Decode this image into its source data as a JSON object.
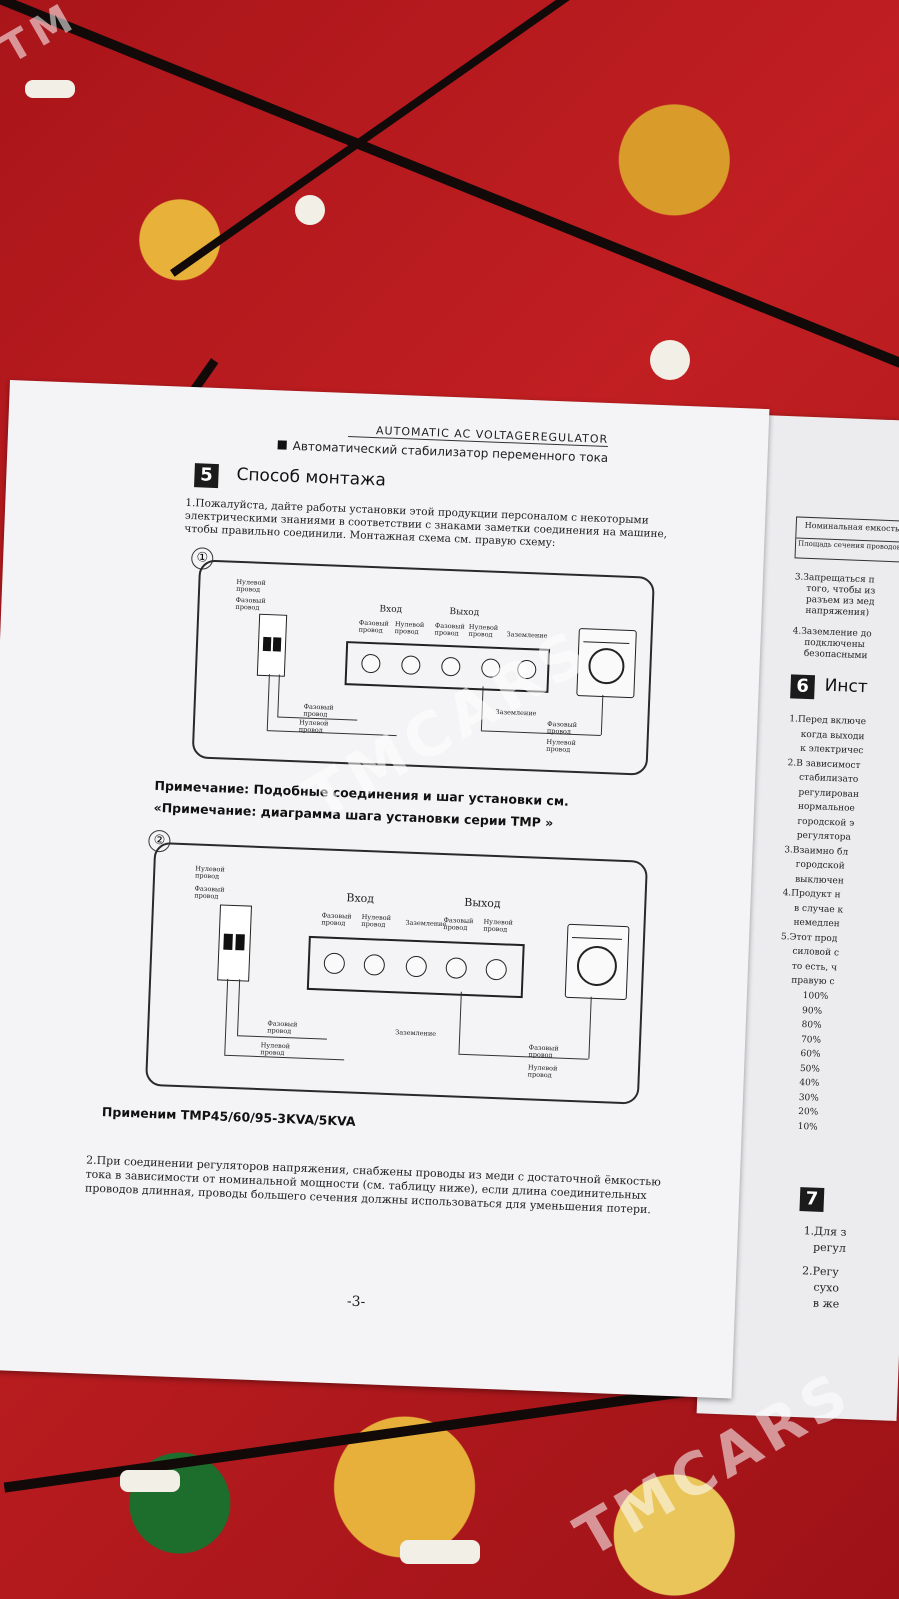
{
  "header": {
    "title_en": "AUTOMATIC AC VOLTAGEREGULATOR",
    "title_ru": "Автоматический стабилизатор переменного тока"
  },
  "section5": {
    "number": "5",
    "title": "Способ монтажа",
    "intro": "1.Пожалуйста, дайте работы установки этой продукции персоналом с некоторыми электрическими знаниями в соответствии с знаками заметки соединения на машине, чтобы правильно соединили. Монтажная схема см. правую схему:"
  },
  "diagram1": {
    "marker": "①",
    "input_label": "Вход",
    "output_label": "Выход",
    "neutral_wire": "Нулевой провод",
    "phase_wire": "Фазовый провод",
    "ground": "Заземление"
  },
  "note1": {
    "line1": "Примечание: Подобные соединения и шаг установки см.",
    "line2": "«Примечание: диаграмма шага установки серии TMP »"
  },
  "diagram2": {
    "marker": "②",
    "input_label": "Вход",
    "output_label": "Выход",
    "neutral_wire": "Нулевой провод",
    "phase_wire": "Фазовый провод",
    "ground": "Заземление"
  },
  "apply": "Применим TMP45/60/95-3KVA/5KVA",
  "paragraph2": "2.При соединении регуляторов напряжения, снабжены проводы из меди с достаточной ёмкостью тока в зависимости от номинальной мощности (см. таблицу ниже), если длина соединительных проводов длинная, проводы большего сечения должны использоваться для уменьшения потери.",
  "page_number": "-3-",
  "right_page": {
    "table_row1": "Номинальная емкость",
    "table_row2": "Площадь сечения проводов из меди",
    "item3": [
      "3.Запрещаться п",
      "того, чтобы из",
      "разъем из мед",
      "напряжения)"
    ],
    "item4": [
      "4.Заземление до",
      "подключены",
      "безопасными"
    ],
    "section6_number": "6",
    "section6_title": "Инст",
    "items6": [
      "1.Перед включе",
      "когда выходи",
      "к электричес",
      "2.В зависимост",
      "стабилизато",
      "регулирован",
      "нормальное",
      "городской э",
      "регулятора",
      "3.Взаимно бл",
      "городской",
      "выключен",
      "4.Продукт н",
      "в случае к",
      "немедлен",
      "5.Этот прод",
      "силовой с",
      "то есть, ч",
      "правую с"
    ],
    "percent_labels": [
      "100%",
      "90%",
      "80%",
      "70%",
      "60%",
      "50%",
      "40%",
      "30%",
      "20%",
      "10%"
    ],
    "section7_number": "7",
    "items7": [
      "1.Для з",
      "регул",
      "2.Регу",
      "сухо",
      "в же"
    ]
  },
  "watermarks": [
    "TMCARS",
    "TMCARS",
    "TM"
  ]
}
